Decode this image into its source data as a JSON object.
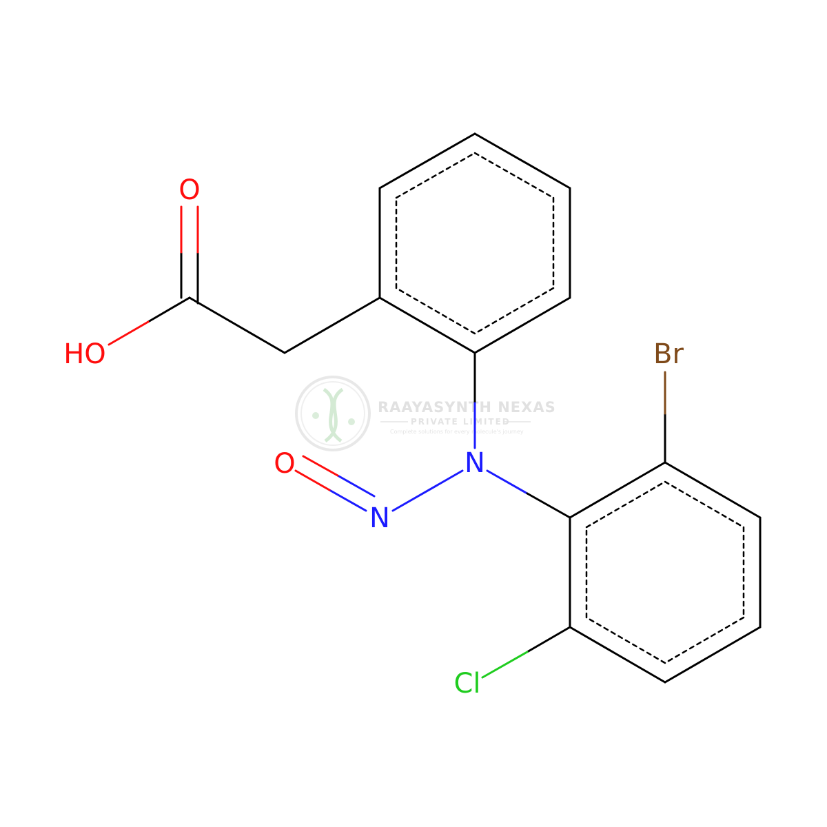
{
  "colors": {
    "bond": "#000000",
    "oxygen": "#ff0d0d",
    "nitrogen": "#1b1bff",
    "bromine": "#7f4a1a",
    "chlorine": "#1fcc1f",
    "watermark": "#dcdcdc",
    "watermark_leaf": "#c8e6c9"
  },
  "atoms": {
    "carbonyl_o": "O",
    "hydroxyl": "HO",
    "amine_n": "N",
    "nitroso_n": "N",
    "nitroso_o": "O",
    "bromine": "Br",
    "chlorine": "Cl"
  },
  "watermark": {
    "logo_icon": "dna-helix-icon",
    "company": "RAAYASYNTH NEXAS",
    "subtitle": "PRIVATE LIMITED",
    "tagline": "Complete solutions for every molecule's journey"
  }
}
